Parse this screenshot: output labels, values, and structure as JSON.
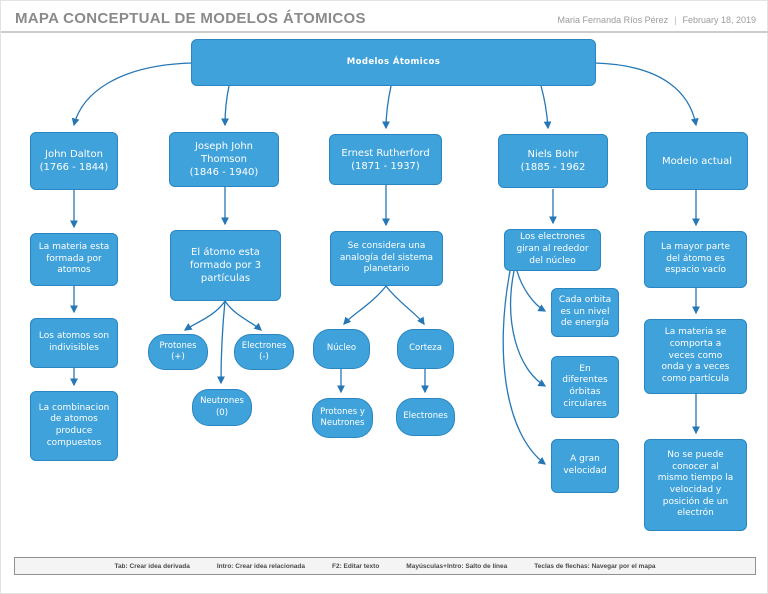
{
  "header": {
    "title": "MAPA CONCEPTUAL DE MODELOS ÁTOMICOS",
    "author": "Maria Fernanda Ríos Pérez",
    "separator": "|",
    "date": "February 18, 2019"
  },
  "colors": {
    "node_fill": "#3fa2da",
    "node_border": "#2a86c2",
    "connector": "#2577b5",
    "header_text": "#8a8a8a",
    "footer_bg": "#f4f4f4"
  },
  "root": {
    "label": "Modelos Átomicos"
  },
  "branches": {
    "dalton": {
      "title": "John Dalton\n(1766 - 1844)",
      "child1": "La materia esta\nformada por\natomos",
      "child2": "Los atomos son\nindivisibles",
      "child3": "La combinacion\nde atomos\nproduce\ncompuestos"
    },
    "thomson": {
      "title": "Joseph John\nThomson\n(1846 - 1940)",
      "main": "El átomo esta\nformado por 3\npartículas",
      "protones": "Protones\n(+)",
      "electrones": "Electrones\n(-)",
      "neutrones": "Neutrones\n(0)"
    },
    "rutherford": {
      "title": "Ernest Rutherford\n(1871 - 1937)",
      "main": "Se considera una\nanalogía del sistema\nplanetario",
      "nucleo": "Núcleo",
      "corteza": "Corteza",
      "protones_neutrones": "Protones y\nNeutrones",
      "electrones": "Electrones"
    },
    "bohr": {
      "title": "Niels Bohr\n(1885 - 1962",
      "main": "Los electrones\ngiran al rededor\ndel núcleo",
      "child1": "Cada orbita\nes un nivel\nde energía",
      "child2": "En\ndiferentes\nórbitas\ncirculares",
      "child3": "A gran\nvelocidad"
    },
    "actual": {
      "title": "Modelo actual",
      "child1": "La mayor parte\ndel átomo es\nespacio vacío",
      "child2": "La materia se\ncomporta a\nveces como\nonda y a veces\ncomo partícula",
      "child3": "No se puede\nconocer al\nmismo tiempo la\nvelocidad y\nposición de un\nelectrón"
    }
  },
  "footer": {
    "shortcuts": [
      "Tab: Crear idea derivada",
      "Intro: Crear idea relacionada",
      "F2: Editar texto",
      "Mayúsculas+Intro: Salto de línea",
      "Teclas de flechas: Navegar por el mapa"
    ]
  }
}
